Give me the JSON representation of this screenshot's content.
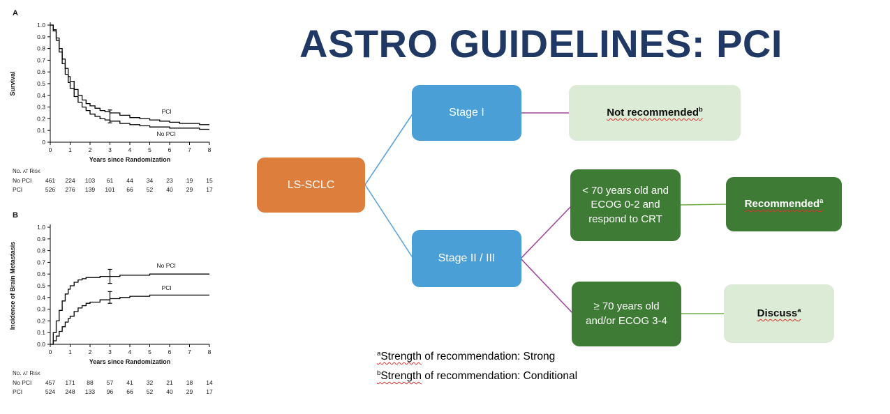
{
  "slide": {
    "title": "ASTRO GUIDELINES: PCI",
    "title_color": "#1f3864",
    "background": "#ffffff"
  },
  "flowchart": {
    "connector_colors": {
      "blue": "#5ba3d9",
      "purple": "#a0459b",
      "green": "#6fae46"
    },
    "root": {
      "label": "LS-SCLC",
      "color": "#dd7e3c"
    },
    "stage1": {
      "label": "Stage I",
      "color": "#4b9fd7"
    },
    "stage23": {
      "label": "Stage II / III",
      "color": "#4b9fd7"
    },
    "not_recommended": {
      "label": "Not recommended",
      "sup": "b",
      "color": "#dcebd5"
    },
    "cond_young": {
      "lines": [
        "< 70 years old and",
        "ECOG 0-2 and",
        "respond to CRT"
      ],
      "color": "#3e7b34"
    },
    "recommended": {
      "label": "Recommended",
      "sup": "a",
      "color": "#3e7b34"
    },
    "cond_old": {
      "lines": [
        "≥ 70 years old",
        "and/or ECOG 3-4"
      ],
      "color": "#3e7b34"
    },
    "discuss": {
      "label": "Discuss",
      "sup": "a",
      "color": "#dcebd5"
    }
  },
  "footnotes": [
    {
      "sup": "a",
      "word": "Strength",
      "rest": " of recommendation: Strong"
    },
    {
      "sup": "b",
      "word": "Strength",
      "rest": " of recommendation: Conditional"
    }
  ],
  "chart_data": [
    {
      "type": "line",
      "panel": "A",
      "title": "",
      "ylabel": "Survival",
      "xlabel": "Years since Randomization",
      "xlim": [
        0,
        8
      ],
      "ylim": [
        0,
        1
      ],
      "xticks": [
        "0",
        "1",
        "2",
        "3",
        "4",
        "5",
        "6",
        "7",
        "8"
      ],
      "yticks": [
        "1.0",
        "0.9",
        "0.8",
        "0.7",
        "0.6",
        "0.5",
        "0.4",
        "0.3",
        "0.2",
        "0.1",
        "0"
      ],
      "series": [
        {
          "name": "PCI",
          "x": [
            0,
            0.15,
            0.3,
            0.45,
            0.6,
            0.75,
            0.9,
            1.0,
            1.2,
            1.4,
            1.6,
            1.8,
            2.0,
            2.25,
            2.5,
            2.75,
            3.0,
            3.5,
            4.0,
            4.5,
            5.0,
            5.5,
            6.0,
            6.5,
            7.0,
            7.5,
            8.0
          ],
          "y": [
            1.0,
            0.96,
            0.89,
            0.8,
            0.71,
            0.63,
            0.56,
            0.52,
            0.45,
            0.4,
            0.36,
            0.33,
            0.31,
            0.29,
            0.27,
            0.26,
            0.25,
            0.23,
            0.21,
            0.2,
            0.19,
            0.18,
            0.17,
            0.16,
            0.16,
            0.15,
            0.15
          ],
          "label_at": [
            5.6,
            0.245
          ]
        },
        {
          "name": "No PCI",
          "x": [
            0,
            0.15,
            0.3,
            0.45,
            0.6,
            0.75,
            0.9,
            1.0,
            1.2,
            1.4,
            1.6,
            1.8,
            2.0,
            2.25,
            2.5,
            2.75,
            3.0,
            3.5,
            4.0,
            4.5,
            5.0,
            5.5,
            6.0,
            6.5,
            7.0,
            7.5,
            8.0
          ],
          "y": [
            1.0,
            0.95,
            0.87,
            0.77,
            0.67,
            0.58,
            0.51,
            0.46,
            0.39,
            0.34,
            0.3,
            0.27,
            0.24,
            0.22,
            0.2,
            0.19,
            0.18,
            0.16,
            0.15,
            0.14,
            0.13,
            0.13,
            0.12,
            0.12,
            0.12,
            0.11,
            0.11
          ],
          "label_at": [
            5.35,
            0.055
          ]
        }
      ],
      "error_bars": [
        {
          "x": 3,
          "y": 0.22,
          "half": 0.055
        }
      ],
      "risk_table": {
        "title": "No. at Risk",
        "rows": [
          {
            "name": "No PCI",
            "values": [
              "461",
              "224",
              "103",
              "61",
              "44",
              "34",
              "23",
              "19",
              "15"
            ]
          },
          {
            "name": "PCI",
            "values": [
              "526",
              "276",
              "139",
              "101",
              "66",
              "52",
              "40",
              "29",
              "17"
            ]
          }
        ]
      }
    },
    {
      "type": "line",
      "panel": "B",
      "title": "",
      "ylabel": "Incidence of Brain Metastasis",
      "xlabel": "Years since Randomization",
      "xlim": [
        0,
        8
      ],
      "ylim": [
        0,
        1
      ],
      "xticks": [
        "0",
        "1",
        "2",
        "3",
        "4",
        "5",
        "6",
        "7",
        "8"
      ],
      "yticks": [
        "1.0",
        "0.9",
        "0.8",
        "0.7",
        "0.6",
        "0.5",
        "0.4",
        "0.3",
        "0.2",
        "0.1",
        "0.0"
      ],
      "series": [
        {
          "name": "No PCI",
          "x": [
            0,
            0.15,
            0.3,
            0.45,
            0.6,
            0.75,
            0.9,
            1.0,
            1.2,
            1.4,
            1.6,
            1.8,
            2.0,
            2.5,
            3.0,
            3.5,
            4.0,
            5.0,
            6.0,
            7.0,
            8.0
          ],
          "y": [
            0,
            0.1,
            0.2,
            0.29,
            0.37,
            0.43,
            0.47,
            0.5,
            0.53,
            0.55,
            0.56,
            0.57,
            0.57,
            0.58,
            0.58,
            0.59,
            0.59,
            0.6,
            0.6,
            0.6,
            0.6
          ],
          "label_at": [
            5.35,
            0.655
          ]
        },
        {
          "name": "PCI",
          "x": [
            0,
            0.15,
            0.3,
            0.45,
            0.6,
            0.75,
            0.9,
            1.0,
            1.2,
            1.4,
            1.6,
            1.8,
            2.0,
            2.5,
            3.0,
            3.5,
            4.0,
            5.0,
            6.0,
            7.0,
            8.0
          ],
          "y": [
            0,
            0.03,
            0.07,
            0.11,
            0.15,
            0.19,
            0.22,
            0.24,
            0.28,
            0.31,
            0.33,
            0.35,
            0.36,
            0.38,
            0.39,
            0.4,
            0.41,
            0.42,
            0.42,
            0.42,
            0.42
          ],
          "label_at": [
            5.6,
            0.465
          ]
        }
      ],
      "error_bars": [
        {
          "x": 3,
          "y": 0.58,
          "half": 0.06
        },
        {
          "x": 3,
          "y": 0.4,
          "half": 0.05
        }
      ],
      "risk_table": {
        "title": "No. at Risk",
        "rows": [
          {
            "name": "No PCI",
            "values": [
              "457",
              "171",
              "88",
              "57",
              "41",
              "32",
              "21",
              "18",
              "14"
            ]
          },
          {
            "name": "PCI",
            "values": [
              "524",
              "248",
              "133",
              "96",
              "66",
              "52",
              "40",
              "29",
              "17"
            ]
          }
        ]
      }
    }
  ]
}
